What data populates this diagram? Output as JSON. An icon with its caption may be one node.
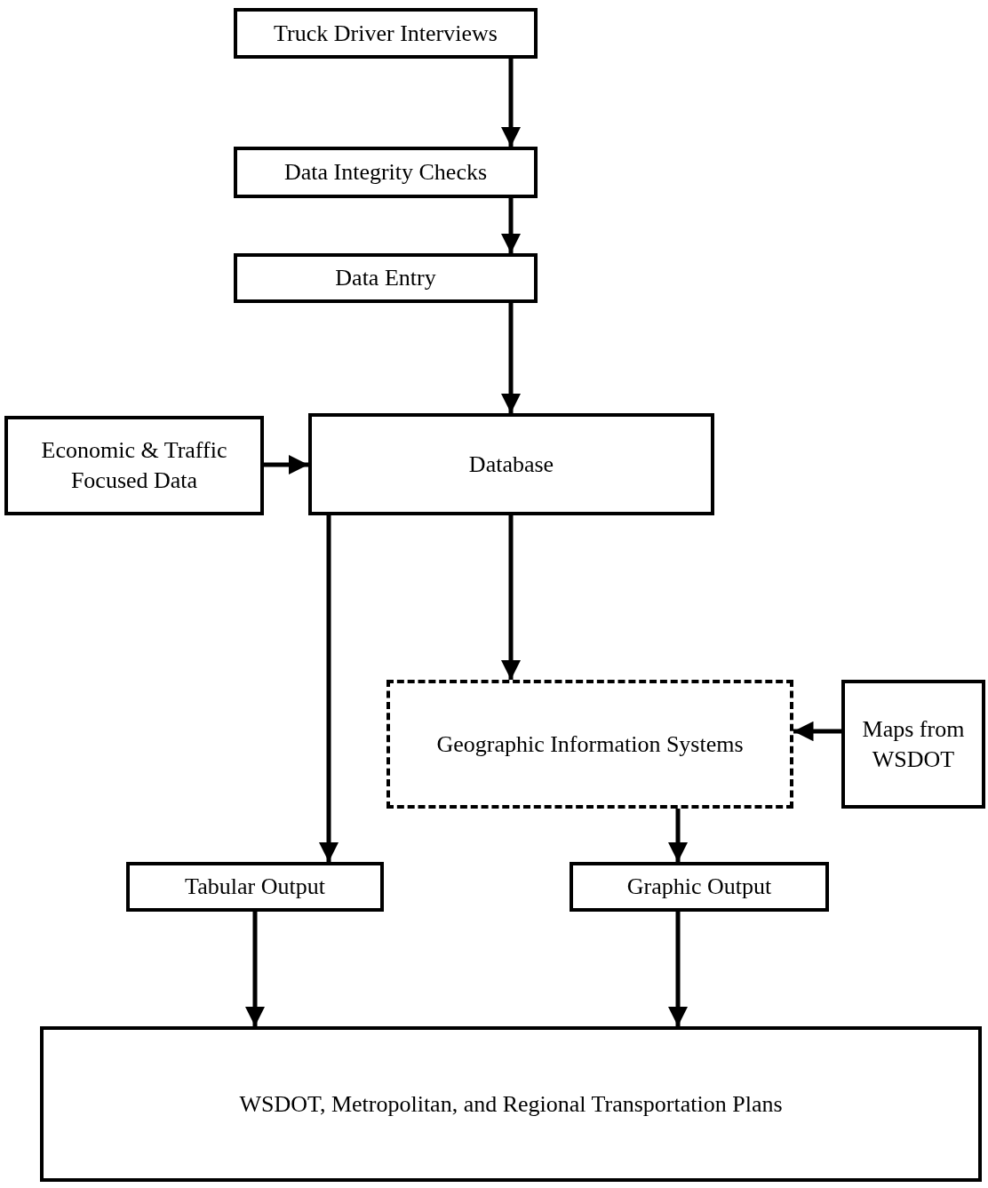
{
  "diagram": {
    "nodes": [
      {
        "text": [
          "Truck Driver Interviews"
        ]
      },
      {
        "text": [
          "Data Integrity Checks"
        ]
      },
      {
        "text": [
          "Data Entry"
        ]
      },
      {
        "text": [
          "Economic & Traffic Focused Data"
        ]
      },
      {
        "text": [
          "Database"
        ]
      },
      {
        "text": [
          "Geographic Information Systems"
        ]
      },
      {
        "text": [
          "Maps from WSDOT"
        ]
      },
      {
        "text": [
          "Tabular Output"
        ]
      },
      {
        "text": [
          "Graphic Output"
        ]
      },
      {
        "text": [
          "WSDOT, Metropolitan, and Regional Transportation Plans"
        ]
      }
    ],
    "edges": [
      {
        "from": 0,
        "to": 1,
        "arrow": "to"
      },
      {
        "from": 1,
        "to": 2,
        "arrow": "to"
      },
      {
        "from": 2,
        "to": 4,
        "arrow": "to"
      },
      {
        "from": 3,
        "to": 4,
        "arrow": "to"
      },
      {
        "from": 4,
        "to": 5,
        "arrow": "to"
      },
      {
        "from": 4,
        "to": 7,
        "arrow": "to"
      },
      {
        "from": 6,
        "to": 5,
        "arrow": "to"
      },
      {
        "from": 5,
        "to": 8,
        "arrow": "to"
      },
      {
        "from": 7,
        "to": 9,
        "arrow": "to"
      },
      {
        "from": 8,
        "to": 9,
        "arrow": "to"
      }
    ]
  }
}
